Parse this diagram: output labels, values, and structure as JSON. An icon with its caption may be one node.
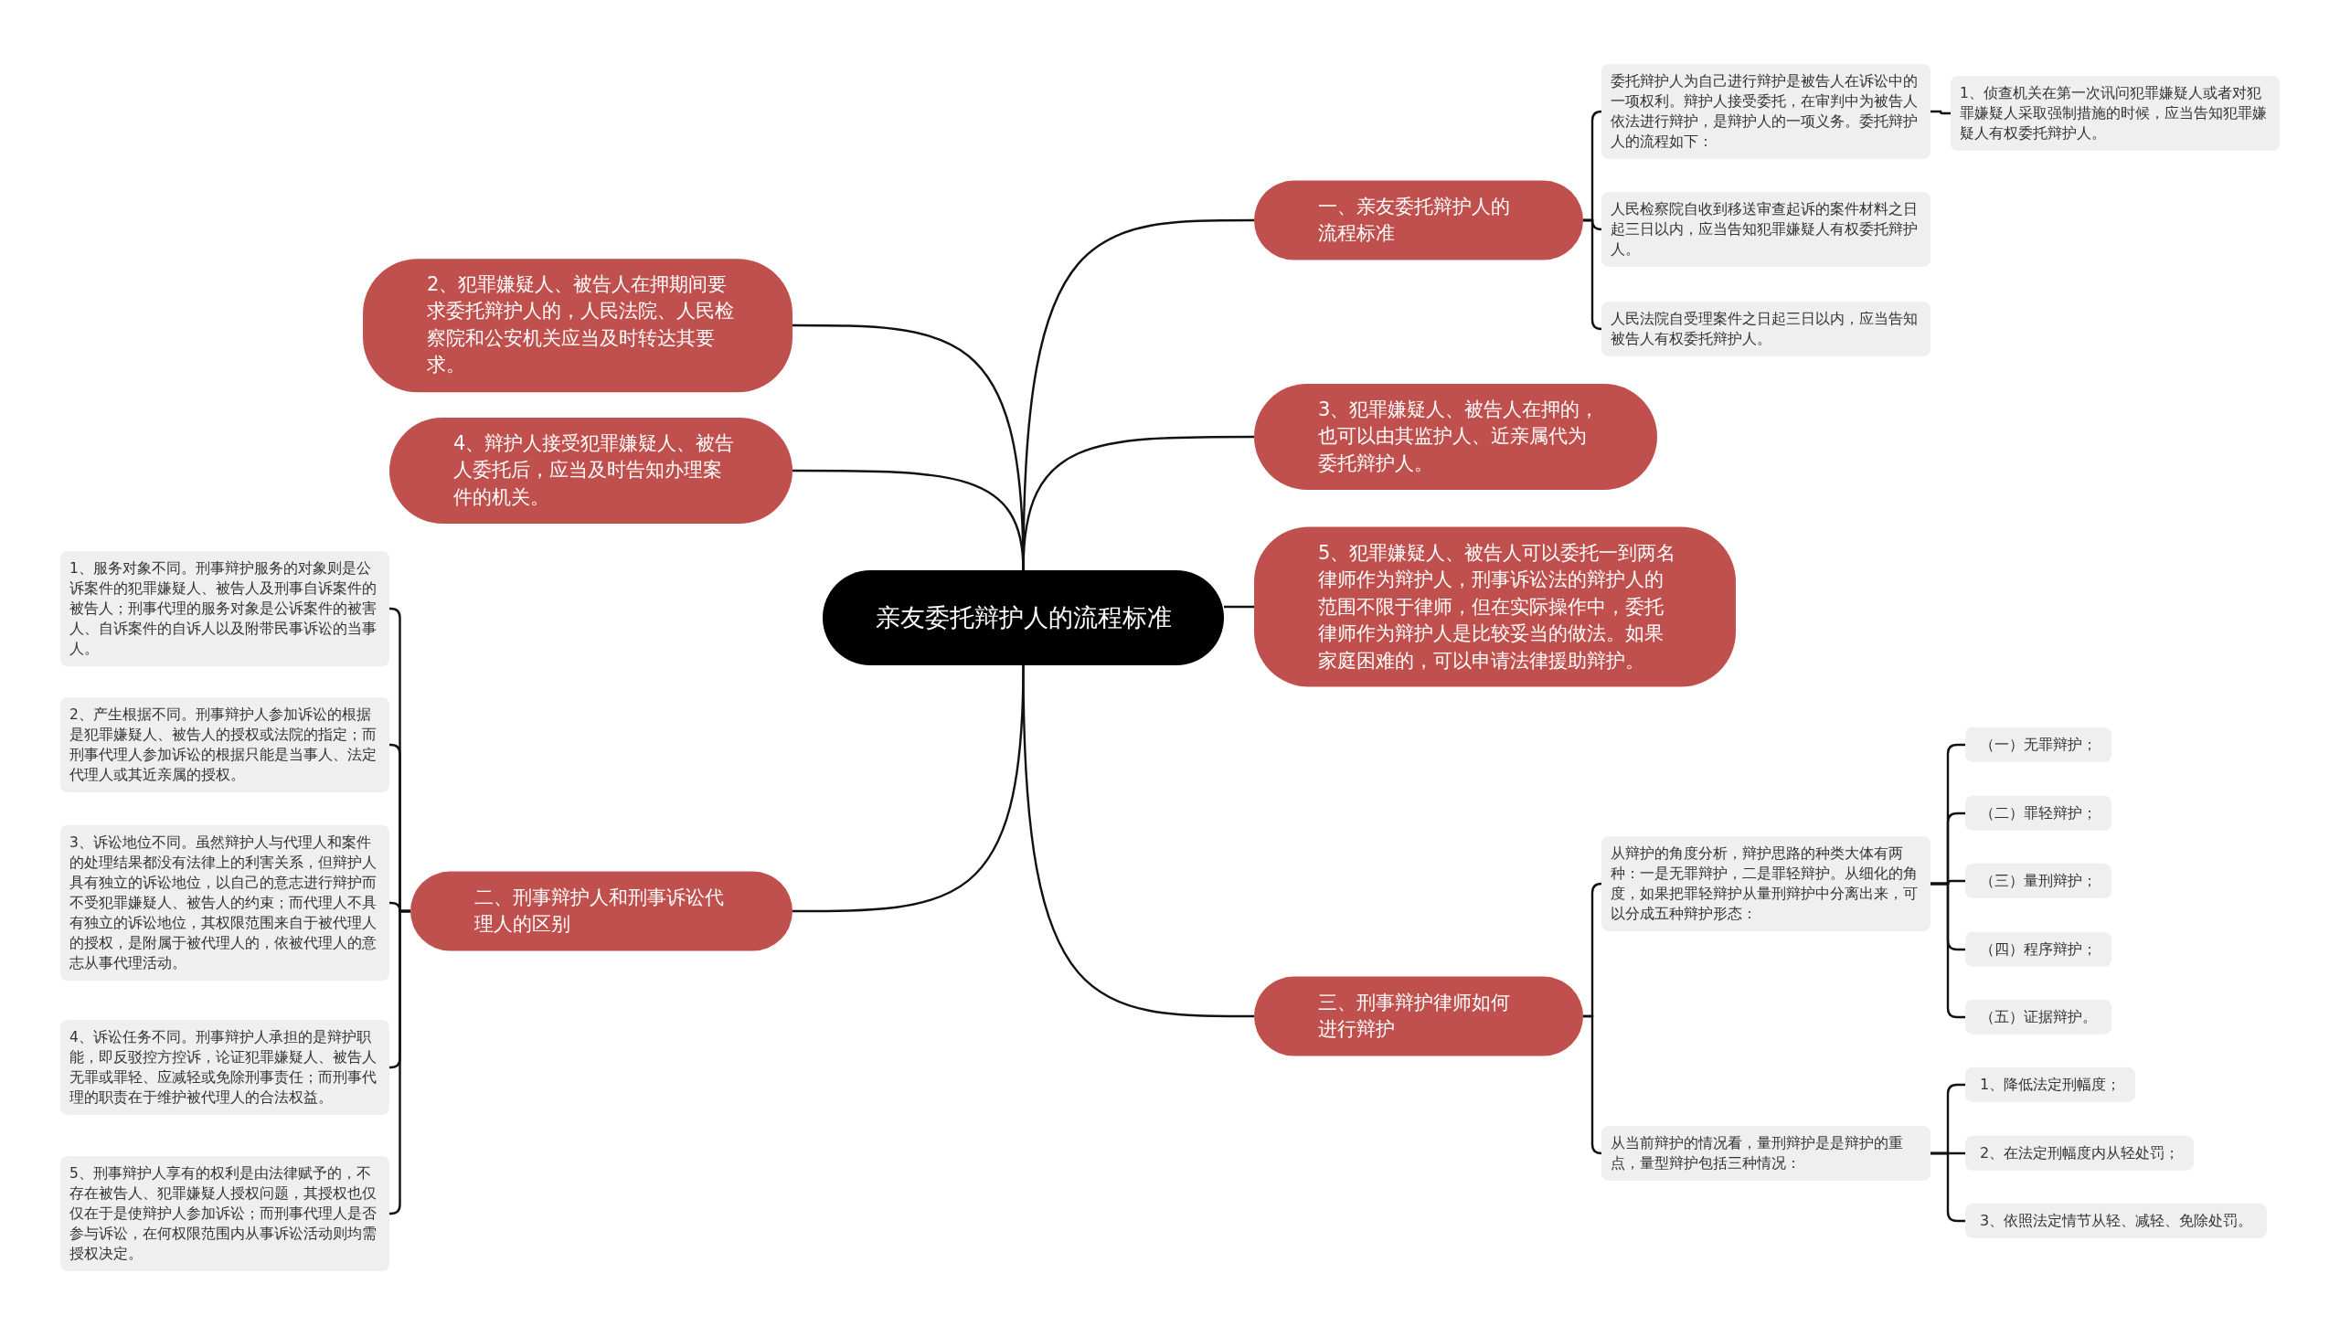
{
  "diagram": {
    "nodes": [
      {
        "text": [
          "亲友委托辩护人的流程标准"
        ]
      },
      {
        "text": [
          "一、亲友委托辩护人的流程标准"
        ]
      },
      {
        "text": [
          "委托辩护人为自己进行辩护是被告人在诉讼中的一项权利。辩护人接受委托，在审判中为被告人依法进行辩护，是辩护人的一项义务。委托辩护人的流程如下："
        ]
      },
      {
        "text": [
          "1、侦查机关在第一次讯问犯罪嫌疑人或者对犯罪嫌疑人采取强制措施的时候，应当告知犯罪嫌疑人有权委托辩护人。"
        ]
      },
      {
        "text": [
          "人民检察院自收到移送审查起诉的案件材料之日起三日以内，应当告知犯罪嫌疑人有权委托辩护人。"
        ]
      },
      {
        "text": [
          "人民法院自受理案件之日起三日以内，应当告知被告人有权委托辩护人。"
        ]
      },
      {
        "text": [
          "2、犯罪嫌疑人、被告人在押期间要求委托辩护人的，人民法院、人民检察院和公安机关应当及时转达其要求。"
        ]
      },
      {
        "text": [
          "3、犯罪嫌疑人、被告人在押的，也可以由其监护人、近亲属代为委托辩护人。"
        ]
      },
      {
        "text": [
          "4、辩护人接受犯罪嫌疑人、被告人委托后，应当及时告知办理案件的机关。"
        ]
      },
      {
        "text": [
          "5、犯罪嫌疑人、被告人可以委托一到两名律师作为辩护人，刑事诉讼法的辩护人的范围不限于律师，但在实际操作中，委托律师作为辩护人是比较妥当的做法。如果家庭困难的，可以申请法律援助辩护。"
        ]
      },
      {
        "text": [
          "二、刑事辩护人和刑事诉讼代理人的区别"
        ]
      },
      {
        "text": [
          "1、服务对象不同。刑事辩护服务的对象则是公诉案件的犯罪嫌疑人、被告人及刑事自诉案件的被告人；刑事代理的服务对象是公诉案件的被害人、自诉案件的自诉人以及附带民事诉讼的当事人。"
        ]
      },
      {
        "text": [
          "2、产生根据不同。刑事辩护人参加诉讼的根据是犯罪嫌疑人、被告人的授权或法院的指定；而刑事代理人参加诉讼的根据只能是当事人、法定代理人或其近亲属的授权。"
        ]
      },
      {
        "text": [
          "3、诉讼地位不同。虽然辩护人与代理人和案件的处理结果都没有法律上的利害关系，但辩护人具有独立的诉讼地位，以自己的意志进行辩护而不受犯罪嫌疑人、被告人的约束；而代理人不具有独立的诉讼地位，其权限范围来自于被代理人的授权，是附属于被代理人的，依被代理人的意志从事代理活动。"
        ]
      },
      {
        "text": [
          "4、诉讼任务不同。刑事辩护人承担的是辩护职能，即反驳控方控诉，论证犯罪嫌疑人、被告人无罪或罪轻、应减轻或免除刑事责任；而刑事代理的职责在于维护被代理人的合法权益。"
        ]
      },
      {
        "text": [
          "5、刑事辩护人享有的权利是由法律赋予的，不存在被告人、犯罪嫌疑人授权问题，其授权也仅仅在于是使辩护人参加诉讼；而刑事代理人是否参与诉讼，在何权限范围内从事诉讼活动则均需授权决定。"
        ]
      },
      {
        "text": [
          "三、刑事辩护律师如何进行辩护"
        ]
      },
      {
        "text": [
          "从辩护的角度分析，辩护思路的种类大体有两种：一是无罪辩护，二是罪轻辩护。从细化的角度，如果把罪轻辩护从量刑辩护中分离出来，可以分成五种辩护形态："
        ]
      },
      {
        "text": [
          "（一）无罪辩护；"
        ]
      },
      {
        "text": [
          "（二）罪轻辩护；"
        ]
      },
      {
        "text": [
          "（三）量刑辩护；"
        ]
      },
      {
        "text": [
          "（四）程序辩护；"
        ]
      },
      {
        "text": [
          "（五）证据辩护。"
        ]
      },
      {
        "text": [
          "从当前辩护的情况看，量刑辩护是是辩护的重点，量型辩护包括三种情况："
        ]
      },
      {
        "text": [
          "1、降低法定刑幅度；"
        ]
      },
      {
        "text": [
          "2、在法定刑幅度内从轻处罚；"
        ]
      },
      {
        "text": [
          "3、依照法定情节从轻、减轻、免除处罚。"
        ]
      }
    ],
    "edges": [
      {
        "from": 0,
        "to": 1,
        "arrow": "none"
      },
      {
        "from": 1,
        "to": 2,
        "arrow": "none"
      },
      {
        "from": 2,
        "to": 3,
        "arrow": "none"
      },
      {
        "from": 1,
        "to": 4,
        "arrow": "none"
      },
      {
        "from": 1,
        "to": 5,
        "arrow": "none"
      },
      {
        "from": 0,
        "to": 6,
        "arrow": "none"
      },
      {
        "from": 0,
        "to": 7,
        "arrow": "none"
      },
      {
        "from": 0,
        "to": 8,
        "arrow": "none"
      },
      {
        "from": 0,
        "to": 9,
        "arrow": "none"
      },
      {
        "from": 0,
        "to": 10,
        "arrow": "none"
      },
      {
        "from": 10,
        "to": 11,
        "arrow": "none"
      },
      {
        "from": 10,
        "to": 12,
        "arrow": "none"
      },
      {
        "from": 10,
        "to": 13,
        "arrow": "none"
      },
      {
        "from": 10,
        "to": 14,
        "arrow": "none"
      },
      {
        "from": 10,
        "to": 15,
        "arrow": "none"
      },
      {
        "from": 0,
        "to": 16,
        "arrow": "none"
      },
      {
        "from": 16,
        "to": 17,
        "arrow": "none"
      },
      {
        "from": 17,
        "to": 18,
        "arrow": "none"
      },
      {
        "from": 17,
        "to": 19,
        "arrow": "none"
      },
      {
        "from": 17,
        "to": 20,
        "arrow": "none"
      },
      {
        "from": 17,
        "to": 21,
        "arrow": "none"
      },
      {
        "from": 17,
        "to": 22,
        "arrow": "none"
      },
      {
        "from": 16,
        "to": 23,
        "arrow": "none"
      },
      {
        "from": 23,
        "to": 24,
        "arrow": "none"
      },
      {
        "from": 23,
        "to": 25,
        "arrow": "none"
      },
      {
        "from": 23,
        "to": 26,
        "arrow": "none"
      }
    ]
  }
}
